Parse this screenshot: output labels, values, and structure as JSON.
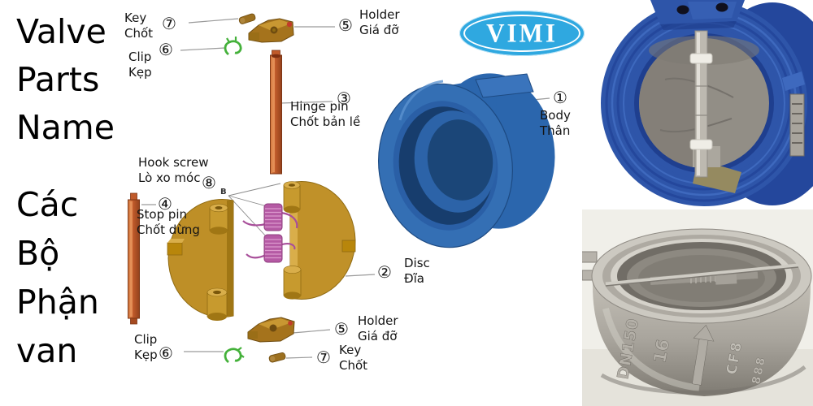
{
  "title": {
    "en_lines": [
      "Valve",
      "Parts",
      "Name"
    ],
    "vi_lines": [
      "Các",
      "Bộ",
      "Phận",
      "van"
    ]
  },
  "logo": {
    "text": "VIMI",
    "color": "#2FA8E0"
  },
  "parts": {
    "body": {
      "num": "①",
      "en": "Body",
      "vi": "Thân"
    },
    "disc": {
      "num": "②",
      "en": "Disc",
      "vi": "Đĩa"
    },
    "hinge_pin": {
      "num": "③",
      "en": "Hinge pin",
      "vi": "Chốt bản lề"
    },
    "stop_pin": {
      "num": "④",
      "en": "Stop pin",
      "vi": "Chốt dừng"
    },
    "holder_top": {
      "num": "⑤",
      "en": "Holder",
      "vi": "Giá đỡ"
    },
    "holder_bottom": {
      "num": "⑤",
      "en": "Holder",
      "vi": "Giá đỡ"
    },
    "clip_top": {
      "num": "⑥",
      "en": "Clip",
      "vi": "Kẹp"
    },
    "clip_bottom": {
      "num": "⑥",
      "en": "Clip",
      "vi": "Kẹp"
    },
    "key_top": {
      "num": "⑦",
      "en": "Key",
      "vi": "Chốt"
    },
    "key_bottom": {
      "num": "⑦",
      "en": "Key",
      "vi": "Chốt"
    },
    "hook_screw": {
      "num": "⑧",
      "en": "Hook screw",
      "vi": "Lò xo móc"
    }
  },
  "diagram": {
    "spring_point_label": "B"
  },
  "photos": {
    "steel_valve": {
      "markings": [
        "DN150",
        "16",
        "CF8",
        "888"
      ]
    }
  },
  "colors": {
    "gold_part": "#C09129",
    "orange_pin": "#C05A2A",
    "green_clip": "#44B13A",
    "purple_spring": "#B55AA4",
    "blue_body": "#2E68AE",
    "blue_valve": "#2E55A9",
    "steel": "#ABA79F",
    "logo_blue": "#2FA8E0"
  }
}
